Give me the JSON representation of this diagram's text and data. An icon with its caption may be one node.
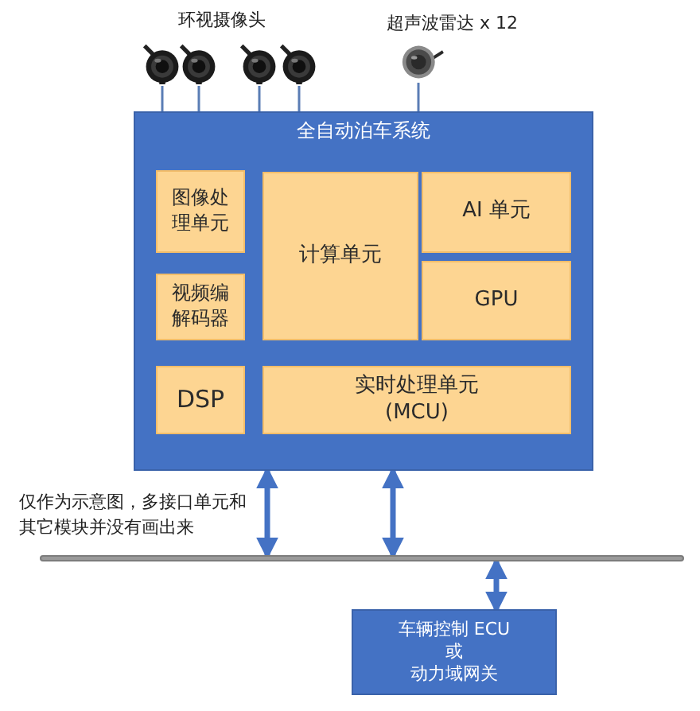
{
  "diagram": {
    "nodes": [
      {
        "text": [],
        "shape": "picture"
      },
      {
        "text": [],
        "shape": "picture"
      },
      {
        "text": [],
        "shape": "picture"
      },
      {
        "text": [],
        "shape": "picture"
      },
      {
        "text": [],
        "shape": "picture",
        "beside": [
          "超声波雷达 x 12"
        ]
      },
      {
        "text": [
          "全自动泊车系统"
        ]
      },
      {
        "text": [
          "图像处理单元"
        ],
        "in": 5
      },
      {
        "text": [
          "计算单元"
        ],
        "in": 5
      },
      {
        "text": [
          "AI 单元"
        ],
        "in": 5
      },
      {
        "text": [
          "视频编解码器"
        ],
        "in": 5
      },
      {
        "text": [
          "GPU"
        ],
        "in": 5
      },
      {
        "text": [
          "DSP"
        ],
        "in": 5
      },
      {
        "text": [
          "实时处理单元 (MCU)"
        ],
        "in": 5
      },
      {
        "text": [],
        "shape": "bar"
      },
      {
        "text": [
          "车辆控制 ECU",
          "或",
          "动力域网关"
        ]
      }
    ],
    "edges": [
      {
        "from": 0,
        "to": 5,
        "arrow": "none"
      },
      {
        "from": 1,
        "to": 5,
        "arrow": "none"
      },
      {
        "from": 2,
        "to": 5,
        "arrow": "none"
      },
      {
        "from": 3,
        "to": 5,
        "arrow": "none"
      },
      {
        "from": 4,
        "to": 5,
        "arrow": "none"
      },
      {
        "from": 5,
        "to": 13,
        "arrow": "both",
        "style": "thick"
      },
      {
        "from": 5,
        "to": 13,
        "arrow": "both",
        "style": "thick"
      },
      {
        "from": 13,
        "to": 14,
        "arrow": "both",
        "style": "thick"
      }
    ],
    "labels": [
      "环视摄像头",
      "仅作为示意图，多接口单元和其它模块并没有画出来"
    ]
  }
}
